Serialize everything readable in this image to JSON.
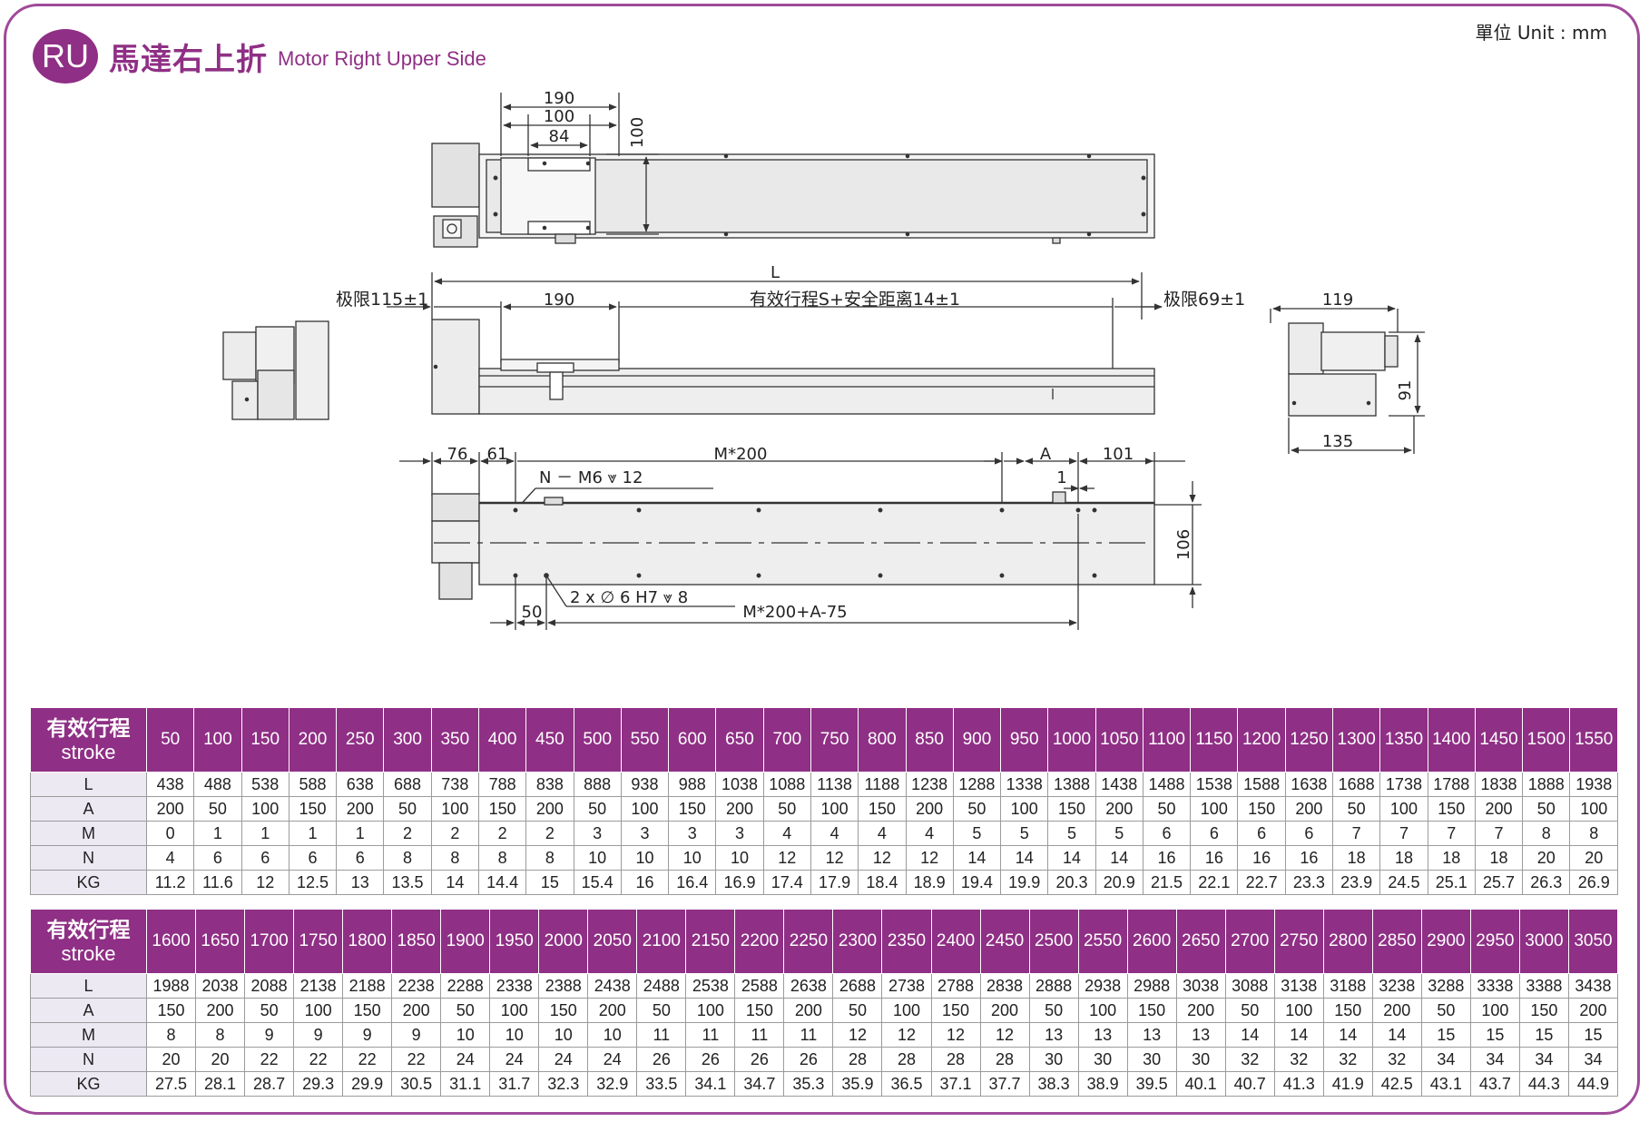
{
  "header": {
    "badge": "RU",
    "title_cn": "馬達右上折",
    "title_en": "Motor Right Upper Side",
    "unit": "單位 Unit : mm"
  },
  "drawing": {
    "top_view": {
      "d190": "190",
      "d100": "100",
      "d84": "84",
      "d100v": "100"
    },
    "side_view": {
      "L": "L",
      "limit_left": "极限115±1",
      "d190": "190",
      "stroke": "有效行程S+安全距离14±1",
      "limit_right": "极限69±1"
    },
    "end_view": {
      "d119": "119",
      "d91": "91",
      "d135": "135"
    },
    "bottom_view": {
      "d76": "76",
      "d61": "61",
      "m200": "M*200",
      "A": "A",
      "d101": "101",
      "d1": "1",
      "holes": "N － M6 ⩔ 12",
      "d106": "106",
      "pins": "2 x ∅ 6 H7 ⩔ 8",
      "d50": "50",
      "m200a": "M*200+A-75"
    }
  },
  "tables": [
    {
      "header_cn": "有效行程",
      "header_en": "stroke",
      "strokes": [
        "50",
        "100",
        "150",
        "200",
        "250",
        "300",
        "350",
        "400",
        "450",
        "500",
        "550",
        "600",
        "650",
        "700",
        "750",
        "800",
        "850",
        "900",
        "950",
        "1000",
        "1050",
        "1100",
        "1150",
        "1200",
        "1250",
        "1300",
        "1350",
        "1400",
        "1450",
        "1500",
        "1550"
      ],
      "rows": [
        {
          "label": "L",
          "values": [
            "438",
            "488",
            "538",
            "588",
            "638",
            "688",
            "738",
            "788",
            "838",
            "888",
            "938",
            "988",
            "1038",
            "1088",
            "1138",
            "1188",
            "1238",
            "1288",
            "1338",
            "1388",
            "1438",
            "1488",
            "1538",
            "1588",
            "1638",
            "1688",
            "1738",
            "1788",
            "1838",
            "1888",
            "1938"
          ]
        },
        {
          "label": "A",
          "values": [
            "200",
            "50",
            "100",
            "150",
            "200",
            "50",
            "100",
            "150",
            "200",
            "50",
            "100",
            "150",
            "200",
            "50",
            "100",
            "150",
            "200",
            "50",
            "100",
            "150",
            "200",
            "50",
            "100",
            "150",
            "200",
            "50",
            "100",
            "150",
            "200",
            "50",
            "100"
          ]
        },
        {
          "label": "M",
          "values": [
            "0",
            "1",
            "1",
            "1",
            "1",
            "2",
            "2",
            "2",
            "2",
            "3",
            "3",
            "3",
            "3",
            "4",
            "4",
            "4",
            "4",
            "5",
            "5",
            "5",
            "5",
            "6",
            "6",
            "6",
            "6",
            "7",
            "7",
            "7",
            "7",
            "8",
            "8"
          ]
        },
        {
          "label": "N",
          "values": [
            "4",
            "6",
            "6",
            "6",
            "6",
            "8",
            "8",
            "8",
            "8",
            "10",
            "10",
            "10",
            "10",
            "12",
            "12",
            "12",
            "12",
            "14",
            "14",
            "14",
            "14",
            "16",
            "16",
            "16",
            "16",
            "18",
            "18",
            "18",
            "18",
            "20",
            "20"
          ]
        },
        {
          "label": "KG",
          "values": [
            "11.2",
            "11.6",
            "12",
            "12.5",
            "13",
            "13.5",
            "14",
            "14.4",
            "15",
            "15.4",
            "16",
            "16.4",
            "16.9",
            "17.4",
            "17.9",
            "18.4",
            "18.9",
            "19.4",
            "19.9",
            "20.3",
            "20.9",
            "21.5",
            "22.1",
            "22.7",
            "23.3",
            "23.9",
            "24.5",
            "25.1",
            "25.7",
            "26.3",
            "26.9"
          ]
        }
      ]
    },
    {
      "header_cn": "有效行程",
      "header_en": "stroke",
      "strokes": [
        "1600",
        "1650",
        "1700",
        "1750",
        "1800",
        "1850",
        "1900",
        "1950",
        "2000",
        "2050",
        "2100",
        "2150",
        "2200",
        "2250",
        "2300",
        "2350",
        "2400",
        "2450",
        "2500",
        "2550",
        "2600",
        "2650",
        "2700",
        "2750",
        "2800",
        "2850",
        "2900",
        "2950",
        "3000",
        "3050"
      ],
      "rows": [
        {
          "label": "L",
          "values": [
            "1988",
            "2038",
            "2088",
            "2138",
            "2188",
            "2238",
            "2288",
            "2338",
            "2388",
            "2438",
            "2488",
            "2538",
            "2588",
            "2638",
            "2688",
            "2738",
            "2788",
            "2838",
            "2888",
            "2938",
            "2988",
            "3038",
            "3088",
            "3138",
            "3188",
            "3238",
            "3288",
            "3338",
            "3388",
            "3438"
          ]
        },
        {
          "label": "A",
          "values": [
            "150",
            "200",
            "50",
            "100",
            "150",
            "200",
            "50",
            "100",
            "150",
            "200",
            "50",
            "100",
            "150",
            "200",
            "50",
            "100",
            "150",
            "200",
            "50",
            "100",
            "150",
            "200",
            "50",
            "100",
            "150",
            "200",
            "50",
            "100",
            "150",
            "200"
          ]
        },
        {
          "label": "M",
          "values": [
            "8",
            "8",
            "9",
            "9",
            "9",
            "9",
            "10",
            "10",
            "10",
            "10",
            "11",
            "11",
            "11",
            "11",
            "12",
            "12",
            "12",
            "12",
            "13",
            "13",
            "13",
            "13",
            "14",
            "14",
            "14",
            "14",
            "15",
            "15",
            "15",
            "15"
          ]
        },
        {
          "label": "N",
          "values": [
            "20",
            "20",
            "22",
            "22",
            "22",
            "22",
            "24",
            "24",
            "24",
            "24",
            "26",
            "26",
            "26",
            "26",
            "28",
            "28",
            "28",
            "28",
            "30",
            "30",
            "30",
            "30",
            "32",
            "32",
            "32",
            "32",
            "34",
            "34",
            "34",
            "34"
          ]
        },
        {
          "label": "KG",
          "values": [
            "27.5",
            "28.1",
            "28.7",
            "29.3",
            "29.9",
            "30.5",
            "31.1",
            "31.7",
            "32.3",
            "32.9",
            "33.5",
            "34.1",
            "34.7",
            "35.3",
            "35.9",
            "36.5",
            "37.1",
            "37.7",
            "38.3",
            "38.9",
            "39.5",
            "40.1",
            "40.7",
            "41.3",
            "41.9",
            "42.5",
            "43.1",
            "43.7",
            "44.3",
            "44.9"
          ]
        }
      ]
    }
  ],
  "colors": {
    "accent": "#8f2f85",
    "label_bg": "#ece9f3",
    "body_fill": "#eeeeee"
  }
}
